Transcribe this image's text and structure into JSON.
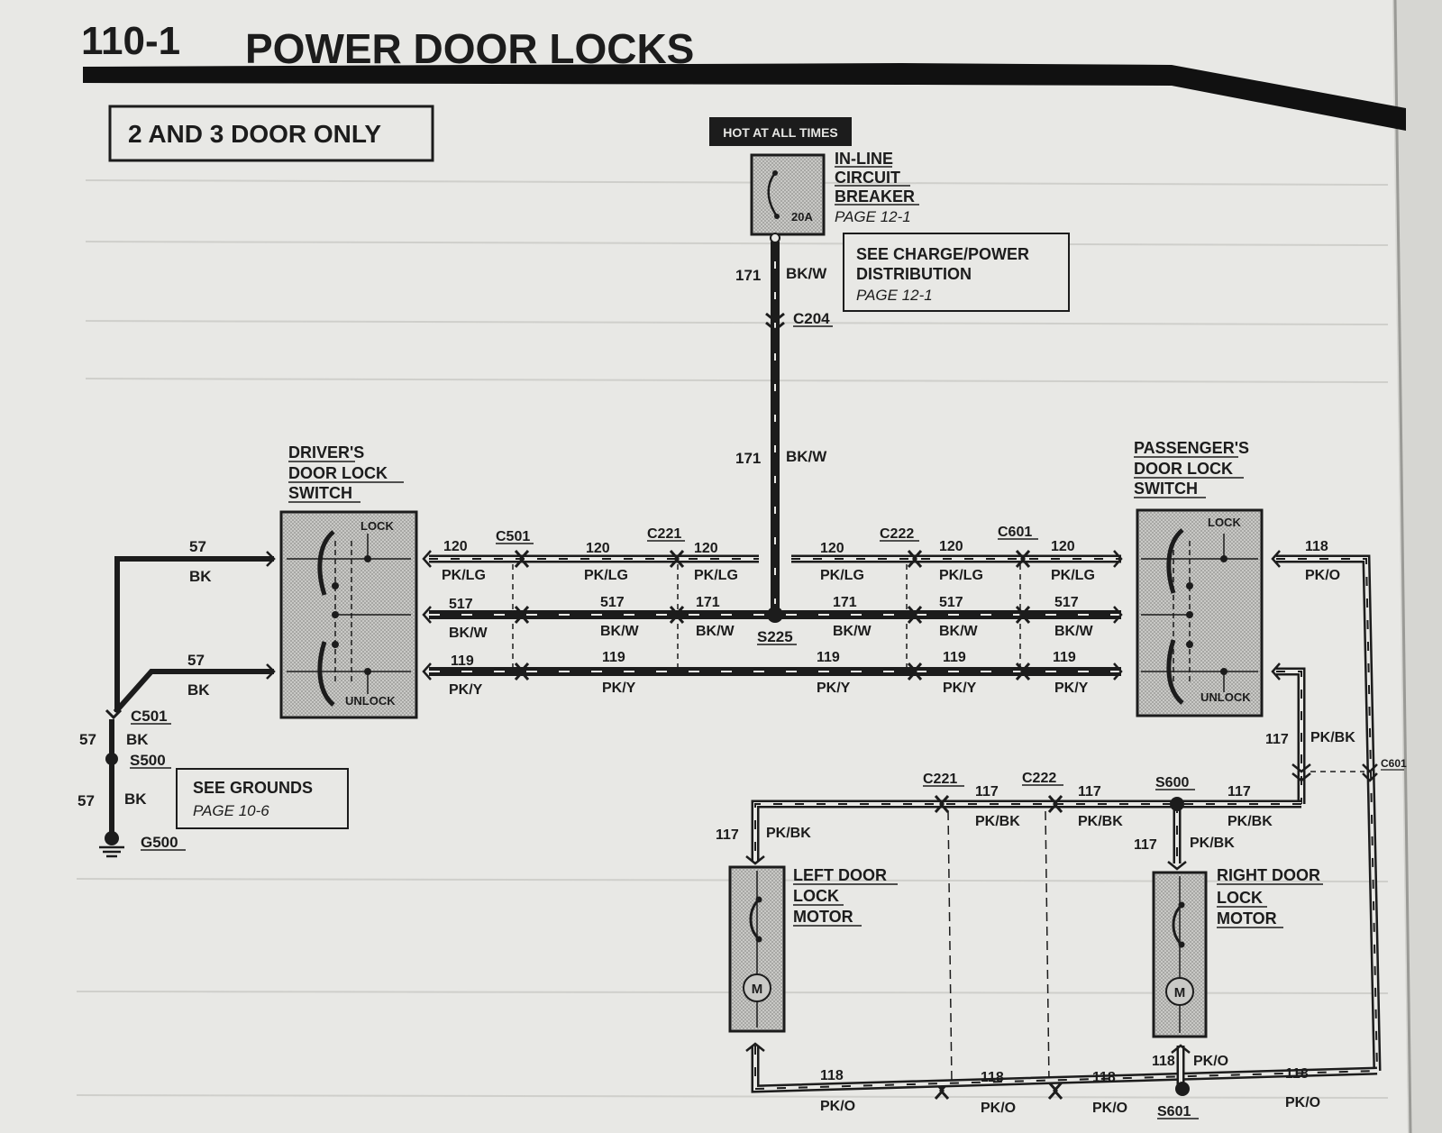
{
  "header": {
    "section_number": "110-1",
    "title": "POWER DOOR LOCKS"
  },
  "scope_label": "2 AND 3 DOOR ONLY",
  "power": {
    "hot_label": "HOT AT ALL TIMES",
    "breaker_name": [
      "IN-LINE",
      "CIRCUIT",
      "BREAKER"
    ],
    "breaker_page": "PAGE 12-1",
    "breaker_rating": "20A",
    "charge_ref": [
      "SEE CHARGE/POWER",
      "DISTRIBUTION"
    ],
    "charge_ref_page": "PAGE 12-1"
  },
  "components": {
    "driver_switch": [
      "DRIVER'S",
      "DOOR LOCK",
      "SWITCH"
    ],
    "passenger_switch": [
      "PASSENGER'S",
      "DOOR LOCK",
      "SWITCH"
    ],
    "left_motor": [
      "LEFT DOOR",
      "LOCK",
      "MOTOR"
    ],
    "right_motor": [
      "RIGHT DOOR",
      "LOCK",
      "MOTOR"
    ],
    "lock_label": "LOCK",
    "unlock_label": "UNLOCK",
    "motor_symbol": "M",
    "grounds_ref": "SEE GROUNDS",
    "grounds_page": "PAGE 10-6"
  },
  "connectors": {
    "C204": "C204",
    "C501": "C501",
    "C221": "C221",
    "C222": "C222",
    "C601": "C601",
    "S225": "S225",
    "S500": "S500",
    "S600": "S600",
    "S601": "S601",
    "G500": "G500"
  },
  "circuits": {
    "c57": "57",
    "BK": "BK",
    "c120": "120",
    "PKLG": "PK/LG",
    "c517": "517",
    "BKW": "BK/W",
    "c119": "119",
    "PKY": "PK/Y",
    "c171": "171",
    "c117": "117",
    "PKBK": "PK/BK",
    "c118": "118",
    "PKO": "PK/O"
  },
  "colors": {
    "ink": "#1c1c1c",
    "paper": "#e9e9e6",
    "shade": "#a9a9a6"
  }
}
